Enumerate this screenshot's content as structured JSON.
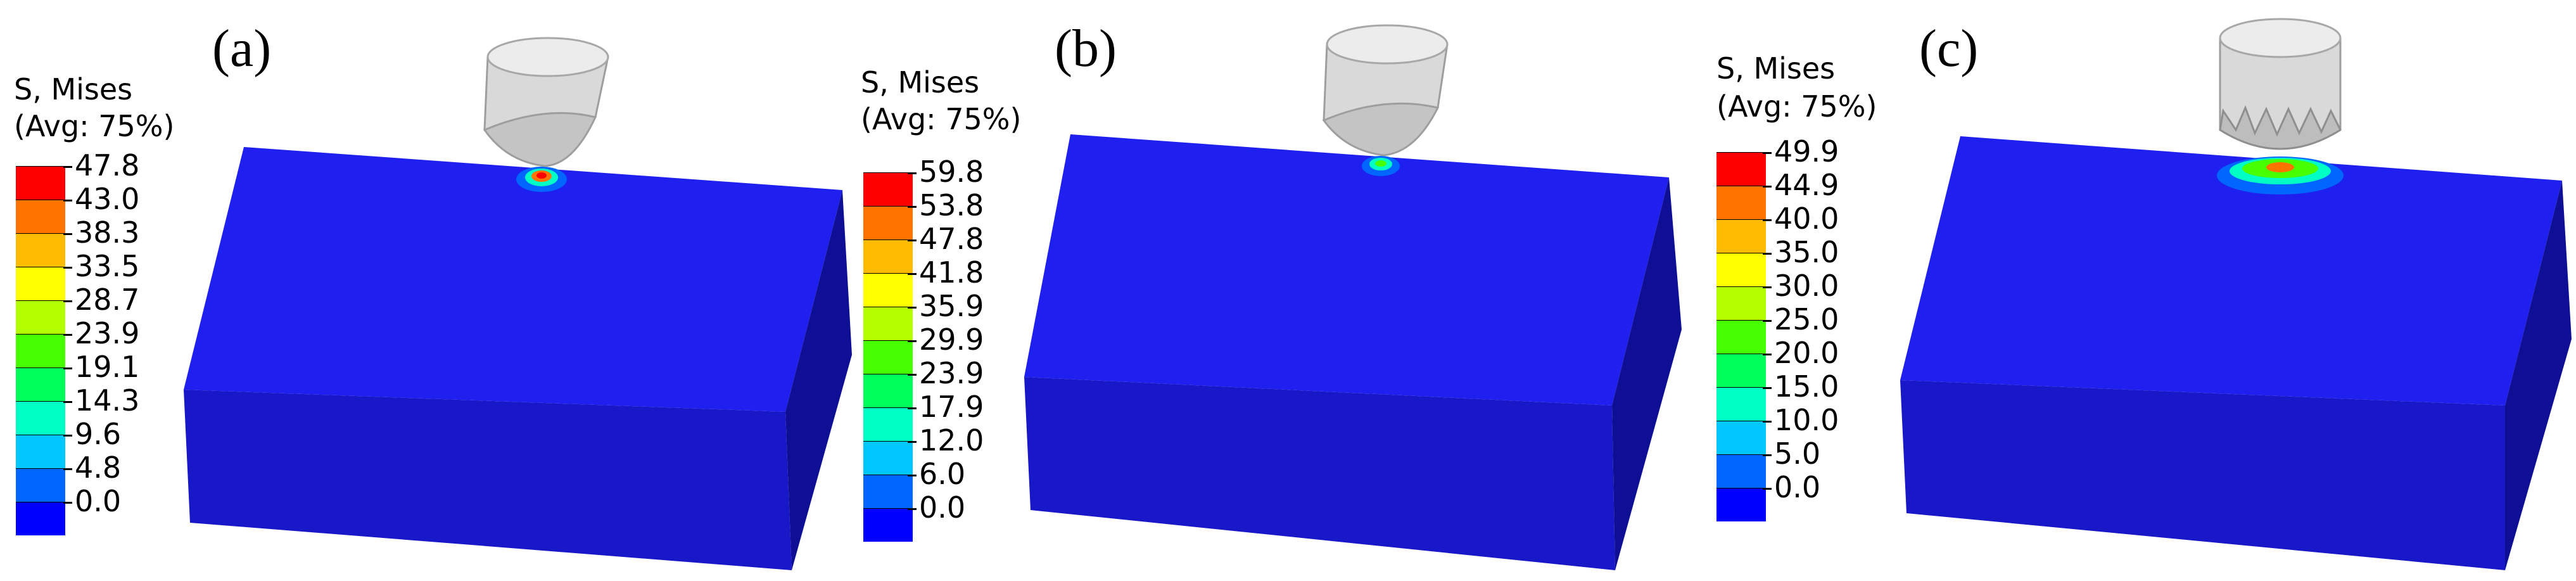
{
  "panels": [
    {
      "label": "(a)",
      "legend_title": "S, Mises",
      "legend_subtitle": "(Avg: 75%)",
      "ticks": [
        "47.8",
        "43.0",
        "38.3",
        "33.5",
        "28.7",
        "23.9",
        "19.1",
        "14.3",
        "9.6",
        "4.8",
        "0.0"
      ]
    },
    {
      "label": "(b)",
      "legend_title": "S, Mises",
      "legend_subtitle": "(Avg: 75%)",
      "ticks": [
        "59.8",
        "53.8",
        "47.8",
        "41.8",
        "35.9",
        "29.9",
        "23.9",
        "17.9",
        "12.0",
        "6.0",
        "0.0"
      ]
    },
    {
      "label": "(c)",
      "legend_title": "S, Mises",
      "legend_subtitle": "(Avg: 75%)",
      "ticks": [
        "49.9",
        "44.9",
        "40.0",
        "35.0",
        "30.0",
        "25.0",
        "20.0",
        "15.0",
        "10.0",
        "5.0",
        "0.0"
      ]
    }
  ],
  "colors": {
    "scale": [
      "#ff0000",
      "#ff7300",
      "#ffbb00",
      "#ffff00",
      "#b3ff00",
      "#46ff00",
      "#00ff5a",
      "#00ffc5",
      "#00c8ff",
      "#0066ff",
      "#0000ff"
    ],
    "block_top": "#1f1ff0",
    "block_front": "#1818c8",
    "block_side": "#0f0f96",
    "tool": "#d9d9d9"
  }
}
